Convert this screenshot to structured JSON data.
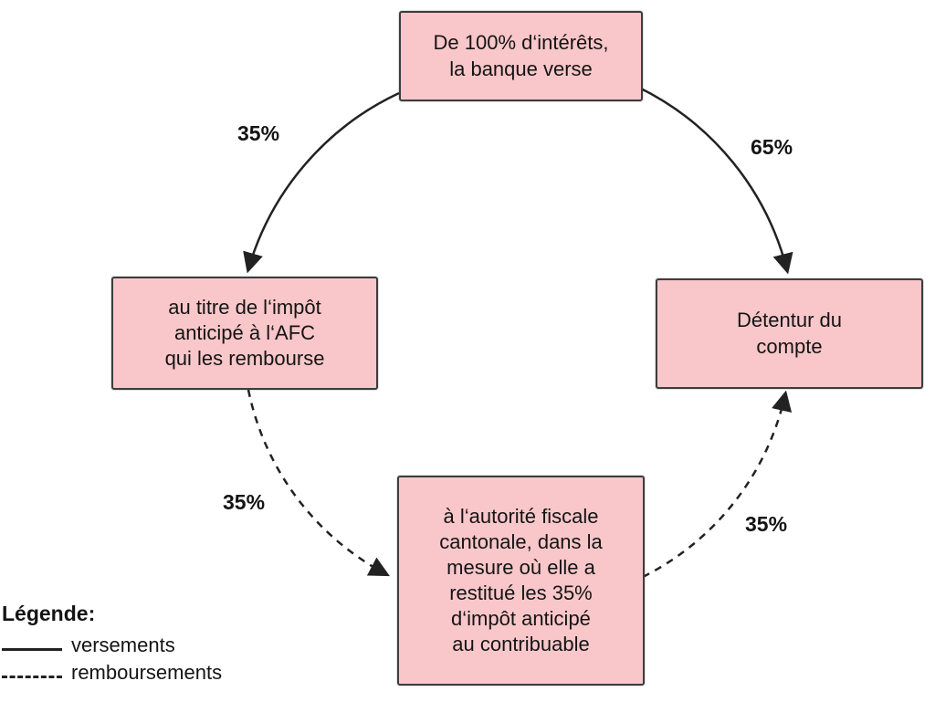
{
  "diagram": {
    "background": "#ffffff",
    "node_fill": "#f9c7ca",
    "node_border": "#3d3d3d",
    "arrow_color": "#222222",
    "nodes": {
      "top": {
        "text": "De 100% d‘intérêts,\nla banque verse"
      },
      "left": {
        "text": "au titre de l‘impôt\nanticipé à l‘AFC\nqui les rembourse"
      },
      "right": {
        "text": "Détentur du\ncompte"
      },
      "bottom": {
        "text": "à l‘autorité fiscale\ncantonale, dans la\nmesure où elle a\nrestitué les 35%\nd‘impôt anticipé\nau contribuable"
      }
    },
    "edges": [
      {
        "from": "top",
        "to": "left",
        "style": "solid",
        "label": "35%"
      },
      {
        "from": "top",
        "to": "right",
        "style": "solid",
        "label": "65%"
      },
      {
        "from": "left",
        "to": "bottom",
        "style": "dashed",
        "label": "35%"
      },
      {
        "from": "bottom",
        "to": "right",
        "style": "dashed",
        "label": "35%"
      }
    ],
    "legend": {
      "title": "Légende:",
      "items": [
        {
          "style": "solid",
          "label": "versements"
        },
        {
          "style": "dashed",
          "label": "remboursements"
        }
      ]
    }
  }
}
